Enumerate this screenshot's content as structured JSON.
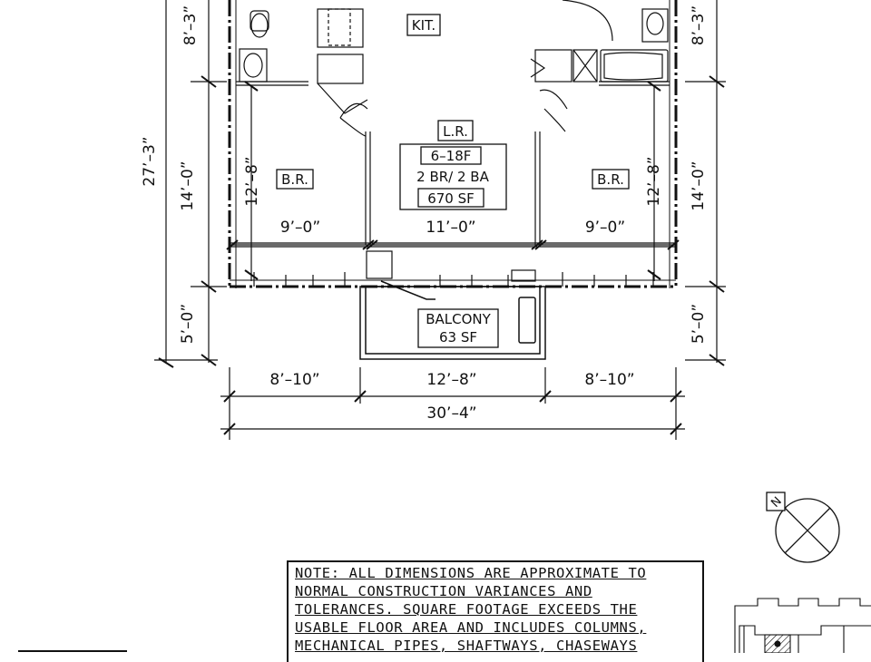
{
  "rooms": {
    "kitchen": "KIT.",
    "living": "L.R.",
    "bedroom_left": "B.R.",
    "bedroom_right": "B.R.",
    "balcony_name": "BALCONY",
    "balcony_area": "63  SF"
  },
  "unit": {
    "floors": "6–18F",
    "type": "2 BR/ 2 BA",
    "area": "670  SF"
  },
  "dimensions": {
    "top_left": "8’–3”",
    "top_right": "8’–3”",
    "overall_height": "27’–3”",
    "left_mid": "14’–0”",
    "right_mid": "14’–0”",
    "left_bottom": "5’–0”",
    "right_bottom": "5’–0”",
    "br_left_depth": "12’–8”",
    "br_right_depth": "12’–8”",
    "br_left_width": "9’–0”",
    "lr_width": "11’–0”",
    "br_right_width": "9’–0”",
    "seg_left": "8’–10”",
    "seg_mid": "12’–8”",
    "seg_right": "8’–10”",
    "overall_width": "30’–4”"
  },
  "compass": {
    "north": "N"
  },
  "note": {
    "lines": [
      "NOTE: ALL DIMENSIONS ARE APPROXIMATE TO",
      "NORMAL CONSTRUCTION VARIANCES AND",
      "TOLERANCES. SQUARE FOOTAGE EXCEEDS THE",
      "USABLE FLOOR AREA AND INCLUDES COLUMNS,",
      "MECHANICAL PIPES, SHAFTWAYS, CHASEWAYS"
    ]
  }
}
